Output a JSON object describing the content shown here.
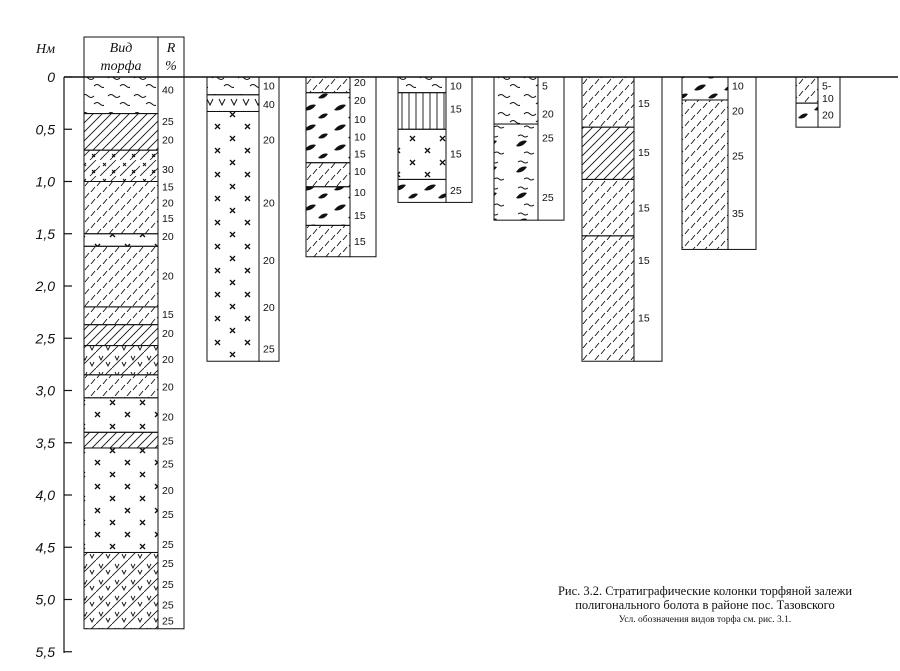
{
  "header": {
    "axis_unit": "Нм",
    "col1_line1": "Вид",
    "col1_line2": "торфа",
    "col2_line1": "R",
    "col2_line2": "%"
  },
  "depth_ticks": [
    "0",
    "0,5",
    "1,0",
    "1,5",
    "2,0",
    "2,5",
    "3,0",
    "3,5",
    "4,0",
    "4,5",
    "5,0",
    "5,5"
  ],
  "caption": {
    "line1": "Рис. 3.2. Стратиграфические колонки торфяной залежи полигонального болота в районе пос. Тазовского",
    "line2": "Усл. обозначения видов торфа см. рис. 3.1."
  },
  "columns": [
    {
      "id": "column-1",
      "layers": [
        {
          "top": 0,
          "bottom": 0.35,
          "pattern": "wave"
        },
        {
          "top": 0.35,
          "bottom": 0.7,
          "pattern": "hatch"
        },
        {
          "top": 0.7,
          "bottom": 1.0,
          "pattern": "cross-hatch"
        },
        {
          "top": 1.0,
          "bottom": 1.5,
          "pattern": "dash"
        },
        {
          "top": 1.5,
          "bottom": 1.62,
          "pattern": "cross"
        },
        {
          "top": 1.62,
          "bottom": 2.2,
          "pattern": "dash"
        },
        {
          "top": 2.2,
          "bottom": 2.37,
          "pattern": "dash"
        },
        {
          "top": 2.37,
          "bottom": 2.57,
          "pattern": "hatch"
        },
        {
          "top": 2.57,
          "bottom": 2.85,
          "pattern": "check-hatch"
        },
        {
          "top": 2.85,
          "bottom": 3.07,
          "pattern": "dash"
        },
        {
          "top": 3.07,
          "bottom": 3.4,
          "pattern": "cross"
        },
        {
          "top": 3.4,
          "bottom": 3.55,
          "pattern": "hatch"
        },
        {
          "top": 3.55,
          "bottom": 4.55,
          "pattern": "cross"
        },
        {
          "top": 4.55,
          "bottom": 5.28,
          "pattern": "check-hatch"
        }
      ],
      "r_labels": [
        {
          "depth": 0.12,
          "text": "40"
        },
        {
          "depth": 0.42,
          "text": "25"
        },
        {
          "depth": 0.6,
          "text": "20"
        },
        {
          "depth": 0.88,
          "text": "30"
        },
        {
          "depth": 1.05,
          "text": "15"
        },
        {
          "depth": 1.2,
          "text": "20"
        },
        {
          "depth": 1.35,
          "text": "15"
        },
        {
          "depth": 1.52,
          "text": "20"
        },
        {
          "depth": 1.9,
          "text": "20"
        },
        {
          "depth": 2.27,
          "text": "15"
        },
        {
          "depth": 2.45,
          "text": "20"
        },
        {
          "depth": 2.7,
          "text": "20"
        },
        {
          "depth": 2.96,
          "text": "20"
        },
        {
          "depth": 3.25,
          "text": "20"
        },
        {
          "depth": 3.48,
          "text": "25"
        },
        {
          "depth": 3.7,
          "text": "25"
        },
        {
          "depth": 3.95,
          "text": "20"
        },
        {
          "depth": 4.18,
          "text": "25"
        },
        {
          "depth": 4.47,
          "text": "25"
        },
        {
          "depth": 4.65,
          "text": "25"
        },
        {
          "depth": 4.85,
          "text": "25"
        },
        {
          "depth": 5.05,
          "text": "25"
        },
        {
          "depth": 5.2,
          "text": "25"
        }
      ]
    },
    {
      "id": "column-2",
      "layers": [
        {
          "top": 0,
          "bottom": 0.17,
          "pattern": "wave"
        },
        {
          "top": 0.17,
          "bottom": 0.33,
          "pattern": "v"
        },
        {
          "top": 0.33,
          "bottom": 2.72,
          "pattern": "cross"
        }
      ],
      "r_labels": [
        {
          "depth": 0.08,
          "text": "10"
        },
        {
          "depth": 0.26,
          "text": "40"
        },
        {
          "depth": 0.6,
          "text": "20"
        },
        {
          "depth": 1.2,
          "text": "20"
        },
        {
          "depth": 1.75,
          "text": "20"
        },
        {
          "depth": 2.2,
          "text": "20"
        },
        {
          "depth": 2.6,
          "text": "25"
        }
      ]
    },
    {
      "id": "column-3",
      "layers": [
        {
          "top": 0,
          "bottom": 0.15,
          "pattern": "dash"
        },
        {
          "top": 0.15,
          "bottom": 0.82,
          "pattern": "leaf"
        },
        {
          "top": 0.82,
          "bottom": 1.05,
          "pattern": "dash"
        },
        {
          "top": 1.05,
          "bottom": 1.42,
          "pattern": "leaf"
        },
        {
          "top": 1.42,
          "bottom": 1.72,
          "pattern": "dash"
        }
      ],
      "r_labels": [
        {
          "depth": 0.05,
          "text": "20"
        },
        {
          "depth": 0.22,
          "text": "20"
        },
        {
          "depth": 0.4,
          "text": "10"
        },
        {
          "depth": 0.57,
          "text": "10"
        },
        {
          "depth": 0.73,
          "text": "15"
        },
        {
          "depth": 0.9,
          "text": "10"
        },
        {
          "depth": 1.1,
          "text": "10"
        },
        {
          "depth": 1.32,
          "text": "15"
        },
        {
          "depth": 1.57,
          "text": "15"
        }
      ]
    },
    {
      "id": "column-4",
      "layers": [
        {
          "top": 0,
          "bottom": 0.15,
          "pattern": "wave"
        },
        {
          "top": 0.15,
          "bottom": 0.5,
          "pattern": "vertical"
        },
        {
          "top": 0.5,
          "bottom": 0.98,
          "pattern": "cross"
        },
        {
          "top": 0.98,
          "bottom": 1.2,
          "pattern": "leaf"
        }
      ],
      "r_labels": [
        {
          "depth": 0.08,
          "text": "10"
        },
        {
          "depth": 0.3,
          "text": "15"
        },
        {
          "depth": 0.73,
          "text": "15"
        },
        {
          "depth": 1.08,
          "text": "25"
        }
      ]
    },
    {
      "id": "column-5",
      "layers": [
        {
          "top": 0,
          "bottom": 0.45,
          "pattern": "wave"
        },
        {
          "top": 0.45,
          "bottom": 1.37,
          "pattern": "leafwave"
        }
      ],
      "r_labels": [
        {
          "depth": 0.08,
          "text": "5"
        },
        {
          "depth": 0.35,
          "text": "20"
        },
        {
          "depth": 0.58,
          "text": "25"
        },
        {
          "depth": 1.15,
          "text": "25"
        }
      ]
    },
    {
      "id": "column-6",
      "layers": [
        {
          "top": 0,
          "bottom": 0.48,
          "pattern": "dash"
        },
        {
          "top": 0.48,
          "bottom": 0.98,
          "pattern": "hatch"
        },
        {
          "top": 0.98,
          "bottom": 1.52,
          "pattern": "dash"
        },
        {
          "top": 1.52,
          "bottom": 2.72,
          "pattern": "dash"
        }
      ],
      "r_labels": [
        {
          "depth": 0.25,
          "text": "15"
        },
        {
          "depth": 0.72,
          "text": "15"
        },
        {
          "depth": 1.25,
          "text": "15"
        },
        {
          "depth": 1.75,
          "text": "15"
        },
        {
          "depth": 2.3,
          "text": "15"
        }
      ]
    },
    {
      "id": "column-7",
      "layers": [
        {
          "top": 0,
          "bottom": 0.22,
          "pattern": "leaf"
        },
        {
          "top": 0.22,
          "bottom": 1.65,
          "pattern": "dash"
        }
      ],
      "r_labels": [
        {
          "depth": 0.08,
          "text": "10"
        },
        {
          "depth": 0.32,
          "text": "20"
        },
        {
          "depth": 0.75,
          "text": "25"
        },
        {
          "depth": 1.3,
          "text": "35"
        }
      ]
    },
    {
      "id": "column-8",
      "layers": [
        {
          "top": 0,
          "bottom": 0.25,
          "pattern": "dash"
        },
        {
          "top": 0.25,
          "bottom": 0.48,
          "pattern": "leaf"
        }
      ],
      "r_labels": [
        {
          "depth": 0.08,
          "text": "5-"
        },
        {
          "depth": 0.2,
          "text": "10"
        },
        {
          "depth": 0.36,
          "text": "20"
        }
      ]
    }
  ]
}
